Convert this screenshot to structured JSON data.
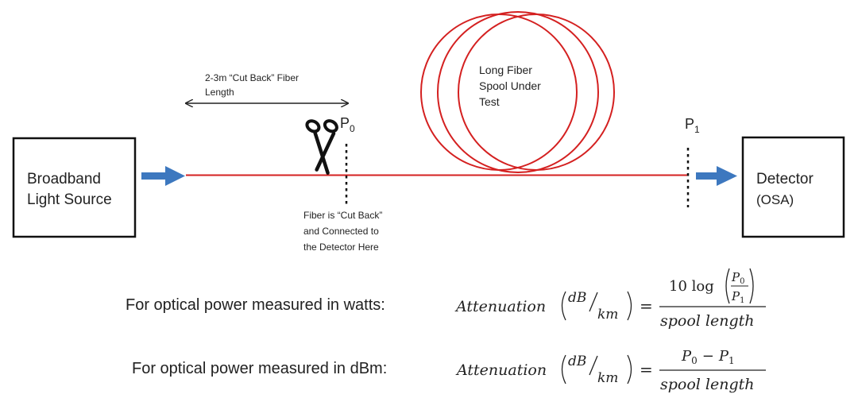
{
  "source_box": {
    "line1": "Broadband",
    "line2": "Light Source"
  },
  "detector_box": {
    "line1": "Detector",
    "line2": "(OSA)"
  },
  "spool_label": {
    "line1": "Long Fiber",
    "line2": "Spool Under",
    "line3": "Test"
  },
  "cutback_length": {
    "line1": "2-3m “Cut Back” Fiber",
    "line2": "Length"
  },
  "cut_note": {
    "line1": "Fiber is “Cut Back”",
    "line2": "and Connected to",
    "line3": "the Detector Here"
  },
  "p0_label": {
    "base": "P",
    "sub": "0"
  },
  "p1_label": {
    "base": "P",
    "sub": "1"
  },
  "formula_watts": {
    "caption": "For optical power measured in watts:",
    "lhs": "Attenuation",
    "unit_num": "dB",
    "unit_den": "km",
    "equals": "=",
    "numerator_prefix": "10 log",
    "numerator_top": "P",
    "numerator_top_sub": "0",
    "numerator_bottom": "P",
    "numerator_bottom_sub": "1",
    "denominator": "spool length"
  },
  "formula_dbm": {
    "caption": "For optical power measured in dBm:",
    "lhs": "Attenuation",
    "unit_num": "dB",
    "unit_den": "km",
    "equals": "=",
    "numerator_a": "P",
    "numerator_a_sub": "0",
    "numerator_op": "−",
    "numerator_b": "P",
    "numerator_b_sub": "1",
    "denominator": "spool length"
  },
  "colors": {
    "fiber": "#d42020",
    "arrow": "#3d78bf",
    "box": "#111111",
    "text": "#222222"
  }
}
